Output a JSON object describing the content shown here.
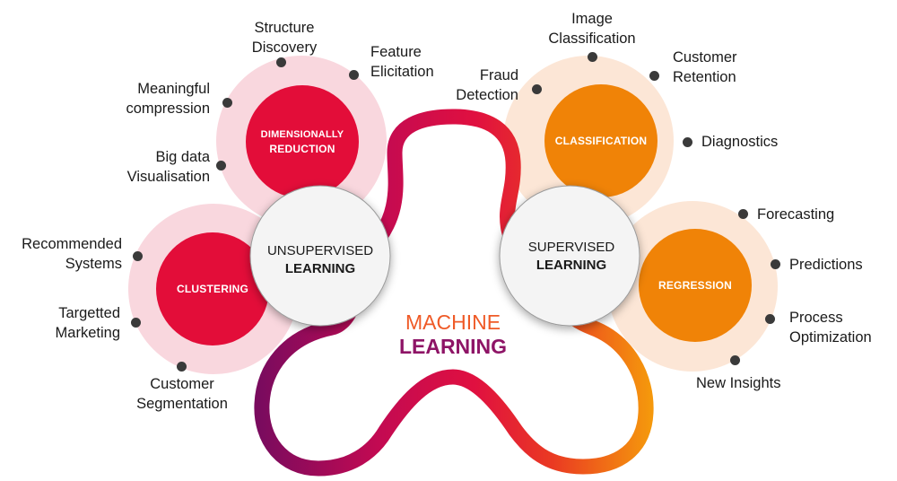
{
  "title": {
    "line1": "MACHINE",
    "line2": "LEARNING"
  },
  "colors": {
    "red": "#e30d39",
    "red_ring": "#f9d7de",
    "orange": "#f08307",
    "orange_ring": "#fce6d6",
    "hub_fill": "#f4f4f4",
    "dot": "#3a3a3a",
    "path_purple": "#7a0b5e",
    "path_magenta": "#d2094f",
    "path_orange": "#f5980c"
  },
  "unsupervised": {
    "hub": {
      "line1": "UNSUPERVISED",
      "line2": "LEARNING"
    },
    "dimensionality": {
      "label_line1": "DIMENSIONALLY",
      "label_line2": "REDUCTION",
      "items": [
        {
          "line1": "Structure",
          "line2": "Discovery"
        },
        {
          "line1": "Feature",
          "line2": "Elicitation"
        },
        {
          "line1": "Meaningful",
          "line2": "compression"
        },
        {
          "line1": "Big data",
          "line2": "Visualisation"
        }
      ]
    },
    "clustering": {
      "label": "CLUSTERING",
      "items": [
        {
          "line1": "Recommended",
          "line2": "Systems"
        },
        {
          "line1": "Targetted",
          "line2": "Marketing"
        },
        {
          "line1": "Customer",
          "line2": "Segmentation"
        }
      ]
    }
  },
  "supervised": {
    "hub": {
      "line1": "SUPERVISED",
      "line2": "LEARNING"
    },
    "classification": {
      "label": "CLASSIFICATION",
      "items": [
        {
          "line1": "Image",
          "line2": "Classification"
        },
        {
          "line1": "Customer",
          "line2": "Retention"
        },
        {
          "line1": "Fraud",
          "line2": "Detection"
        },
        {
          "line1": "Diagnostics",
          "line2": ""
        }
      ]
    },
    "regression": {
      "label": "REGRESSION",
      "items": [
        {
          "line1": "Forecasting",
          "line2": ""
        },
        {
          "line1": "Predictions",
          "line2": ""
        },
        {
          "line1": "Process",
          "line2": "Optimization"
        },
        {
          "line1": "New Insights",
          "line2": ""
        }
      ]
    }
  }
}
